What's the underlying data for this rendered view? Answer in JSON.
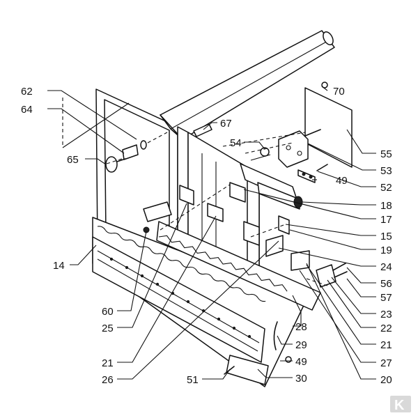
{
  "labels": {
    "p62": "62",
    "p64": "64",
    "p65": "65",
    "p67": "67",
    "p54": "54",
    "p70": "70",
    "p55": "55",
    "p53": "53",
    "p49a": "49",
    "p52": "52",
    "p18": "18",
    "p17": "17",
    "p15": "15",
    "p19": "19",
    "p24": "24",
    "p14": "14",
    "p56": "56",
    "p57": "57",
    "p23": "23",
    "p22": "22",
    "p21r": "21",
    "p27": "27",
    "p20": "20",
    "p28": "28",
    "p29": "29",
    "p49b": "49",
    "p30": "30",
    "p51": "51",
    "p26": "26",
    "p21l": "21",
    "p25": "25",
    "p60": "60"
  },
  "watermark": "K"
}
